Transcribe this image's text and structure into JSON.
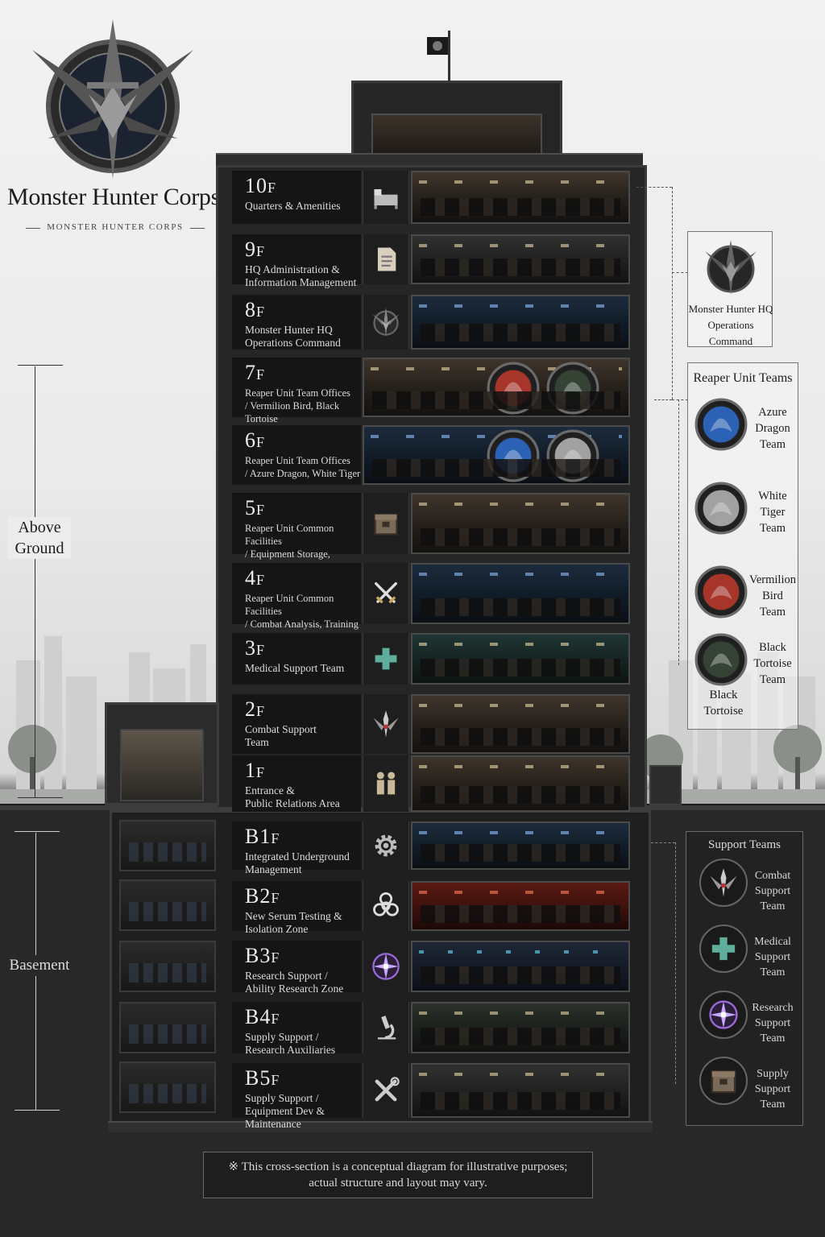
{
  "header": {
    "title": "Monster Hunter Corps",
    "subtitle": "MONSTER HUNTER CORPS",
    "logo_icon": "dragon-crest-icon"
  },
  "markers": {
    "above": "Above\nGround",
    "basement": "Basement"
  },
  "floors": [
    {
      "id": "10F",
      "num": "10",
      "desc": "Quarters & Amenities",
      "icon": "bed-icon",
      "room": "warm"
    },
    {
      "id": "9F",
      "num": "9",
      "desc": "HQ Administration &\nInformation Management",
      "icon": "document-icon",
      "room": "gray"
    },
    {
      "id": "8F",
      "num": "8",
      "desc": "Monster Hunter HQ\nOperations Command",
      "icon": "dragon-crest-icon",
      "room": "blue"
    },
    {
      "id": "7F",
      "num": "7",
      "desc": "Reaper Unit Team Offices\n/ Vermilion Bird, Black Tortoise",
      "icon": "",
      "room": "warm"
    },
    {
      "id": "6F",
      "num": "6",
      "desc": "Reaper Unit Team Offices\n/ Azure Dragon, White Tiger",
      "icon": "",
      "room": "blue"
    },
    {
      "id": "5F",
      "num": "5",
      "desc": "Reaper Unit Common Facilities\n/ Equipment Storage, Briefing Room",
      "icon": "crate-icon",
      "room": "warm"
    },
    {
      "id": "4F",
      "num": "4",
      "desc": "Reaper Unit Common Facilities\n/ Combat Analysis, Training Prep",
      "icon": "crossed-swords-icon",
      "room": "blue"
    },
    {
      "id": "3F",
      "num": "3",
      "desc": "Medical Support Team",
      "icon": "medical-cross-icon",
      "room": "teal"
    },
    {
      "id": "2F",
      "num": "2",
      "desc": "Combat Support\nTeam",
      "icon": "winged-spear-icon",
      "room": "warm"
    },
    {
      "id": "1F",
      "num": "1",
      "desc": "Entrance &\nPublic Relations Area",
      "icon": "people-icon",
      "room": "warm"
    },
    {
      "id": "B1F",
      "num": "B1",
      "desc": "Integrated Underground\nManagement",
      "icon": "gear-icon",
      "room": "blue"
    },
    {
      "id": "B2F",
      "num": "B2",
      "desc": "New Serum Testing &\nIsolation Zone",
      "icon": "biohazard-icon",
      "room": "red"
    },
    {
      "id": "B3F",
      "num": "B3",
      "desc": "Research Support /\nAbility Research Zone",
      "icon": "magic-sigil-icon",
      "room": "violet"
    },
    {
      "id": "B4F",
      "num": "B4",
      "desc": "Supply Support /\nResearch Auxiliaries",
      "icon": "microscope-icon",
      "room": "green"
    },
    {
      "id": "B5F",
      "num": "B5",
      "desc": "Supply Support /\nEquipment Dev & Maintenance",
      "icon": "tools-icon",
      "room": "gray"
    }
  ],
  "floor_suffix": "F",
  "command_panel": {
    "label": "Monster Hunter HQ\nOperations Command",
    "icon": "dragon-crest-icon"
  },
  "reaper_panel": {
    "title": "Reaper Unit Teams",
    "teams": [
      {
        "label": "Azure\nDragon\nTeam",
        "icon": "azure-dragon-emblem-icon",
        "color": "#2f6fd0"
      },
      {
        "label": "White\nTiger\nTeam",
        "icon": "white-tiger-emblem-icon",
        "color": "#b8b8b8"
      },
      {
        "label": "Vermilion\nBird\nTeam",
        "icon": "vermilion-bird-emblem-icon",
        "color": "#c0392b"
      },
      {
        "label": "Black\nTortoise\nTeam",
        "icon": "black-tortoise-emblem-icon",
        "color": "#3a4a3a"
      }
    ],
    "extra_label": "Black\nTortoise"
  },
  "support_panel": {
    "title": "Support Teams",
    "teams": [
      {
        "label": "Combat\nSupport Team",
        "icon": "winged-spear-icon"
      },
      {
        "label": "Medical\nSupport Team",
        "icon": "medical-cross-icon"
      },
      {
        "label": "Research\nSupport Team",
        "icon": "magic-sigil-icon"
      },
      {
        "label": "Supply\nSupport Team",
        "icon": "crate-icon"
      }
    ]
  },
  "footnote": "※ This cross-section is a conceptual diagram for illustrative purposes;\nactual structure and layout may vary.",
  "colors": {
    "label_bg": "#151515",
    "azure": "#2f6fd0",
    "vermilion": "#c0392b",
    "medical": "#5fae9c",
    "research": "#9a6ad8"
  }
}
